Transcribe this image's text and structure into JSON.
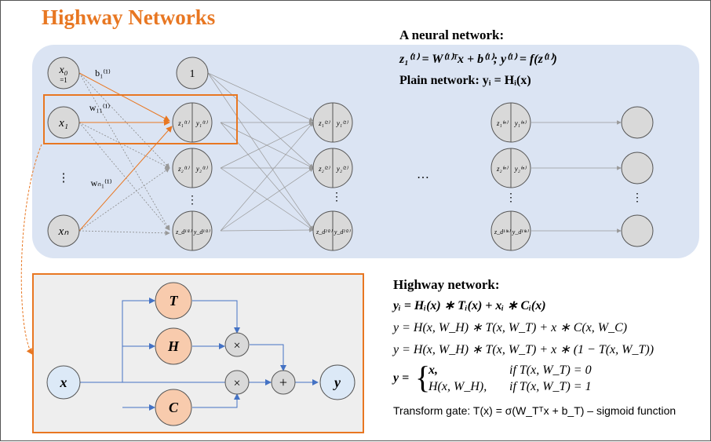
{
  "title": "Highway Networks",
  "neural": {
    "heading": "A neural network:",
    "eq1": "z₁⁽¹⁾ = W⁽¹⁾ᵀx + b⁽¹⁾;   y⁽¹⁾ = f(z⁽¹⁾)",
    "plain": "Plain network:  yᵢ = Hᵢ(x)"
  },
  "inputs": {
    "x0": "x₀",
    "x0_sub": "=1",
    "x1": "x₁",
    "xn": "xₙ",
    "dots": "⋮"
  },
  "weights": {
    "b1": "b₁⁽¹⁾",
    "w11": "w₁₁⁽¹⁾",
    "wn1": "wₙ₁⁽¹⁾"
  },
  "bias_node": "1",
  "layer1": [
    {
      "z": "z₁⁽¹⁾",
      "y": "y₁⁽¹⁾"
    },
    {
      "z": "z₂⁽¹⁾",
      "y": "y₂⁽¹⁾"
    },
    {
      "z": "z_d¹⁽¹⁾",
      "y": "y_d¹⁽¹⁾"
    }
  ],
  "layer2": [
    {
      "z": "z₁⁽²⁾",
      "y": "y₁⁽²⁾"
    },
    {
      "z": "z₂⁽²⁾",
      "y": "y₂⁽²⁾"
    },
    {
      "z": "z_d²⁽²⁾",
      "y": "y_d²⁽²⁾"
    }
  ],
  "layerN": [
    {
      "z": "z₁⁽ⁿ⁾",
      "y": "y₁⁽ⁿ⁾"
    },
    {
      "z": "z₂⁽ⁿ⁾",
      "y": "y₂⁽ⁿ⁾"
    },
    {
      "z": "z_d¹⁽ⁿ⁾",
      "y": "y_d¹⁽ⁿ⁾"
    }
  ],
  "ellipsis": "…",
  "highway_block": {
    "x": "x",
    "T": "T",
    "H": "H",
    "C": "C",
    "y": "y",
    "times": "×",
    "plus": "+"
  },
  "highway": {
    "heading": "Highway network:",
    "eq1": "yᵢ = Hᵢ(x) ∗ Tᵢ(x) + xᵢ ∗ Cᵢ(x)",
    "eq2": "y = H(x, W_H) ∗ T(x, W_T) + x ∗ C(x, W_C)",
    "eq3": "y = H(x, W_H) ∗ T(x, W_T) + x ∗ (1 − T(x, W_T))",
    "case_lhs": "y =",
    "case1_val": "x,",
    "case1_cond": "if T(x, W_T) = 0",
    "case2_val": "H(x, W_H),",
    "case2_cond": "if T(x, W_T) = 1",
    "transform": "Transform gate: T(x) = σ(W_Tᵀx + b_T) – sigmoid function"
  },
  "colors": {
    "accent": "#e87722",
    "panel": "#dbe4f3",
    "node": "#d9d9d9",
    "gate": "#f8cbad",
    "io": "#dce9f7",
    "arrow": "#4472c4"
  }
}
